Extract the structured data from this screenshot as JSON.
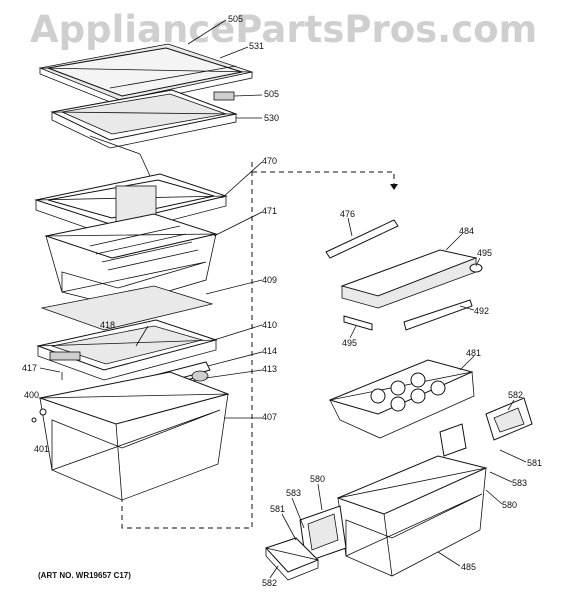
{
  "watermark": "AppliancePartsPros.com",
  "art_number": "(ART NO. WR19657 C17)",
  "callouts": [
    {
      "id": "c505a",
      "text": "505"
    },
    {
      "id": "c531",
      "text": "531"
    },
    {
      "id": "c505b",
      "text": "505"
    },
    {
      "id": "c530",
      "text": "530"
    },
    {
      "id": "c470",
      "text": "470"
    },
    {
      "id": "c471",
      "text": "471"
    },
    {
      "id": "c409",
      "text": "409"
    },
    {
      "id": "c418",
      "text": "418"
    },
    {
      "id": "c410",
      "text": "410"
    },
    {
      "id": "c414",
      "text": "414"
    },
    {
      "id": "c417",
      "text": "417"
    },
    {
      "id": "c413",
      "text": "413"
    },
    {
      "id": "c400",
      "text": "400"
    },
    {
      "id": "c407",
      "text": "407"
    },
    {
      "id": "c401",
      "text": "401"
    },
    {
      "id": "c476",
      "text": "476"
    },
    {
      "id": "c484",
      "text": "484"
    },
    {
      "id": "c495a",
      "text": "495"
    },
    {
      "id": "c492",
      "text": "492"
    },
    {
      "id": "c495b",
      "text": "495"
    },
    {
      "id": "c481",
      "text": "481"
    },
    {
      "id": "c582a",
      "text": "582"
    },
    {
      "id": "c581a",
      "text": "581"
    },
    {
      "id": "c583a",
      "text": "583"
    },
    {
      "id": "c580a",
      "text": "580"
    },
    {
      "id": "c583b",
      "text": "583"
    },
    {
      "id": "c580b",
      "text": "580"
    },
    {
      "id": "c581b",
      "text": "581"
    },
    {
      "id": "c485",
      "text": "485"
    },
    {
      "id": "c582b",
      "text": "582"
    }
  ]
}
